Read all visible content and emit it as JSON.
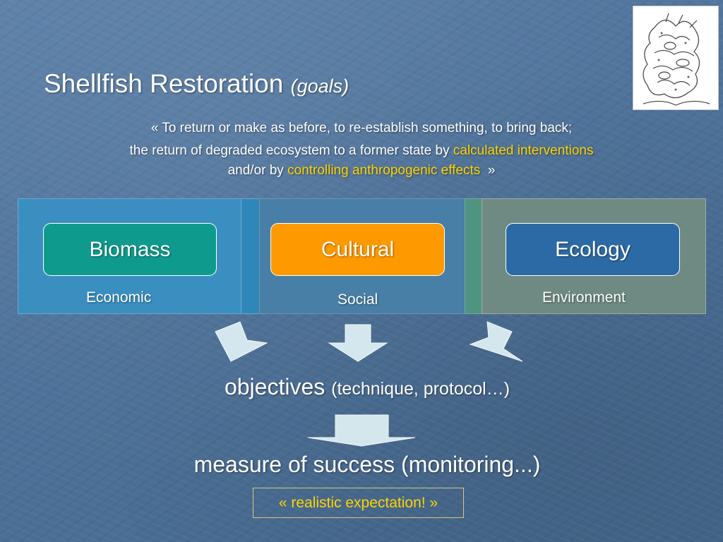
{
  "title": {
    "main": "Shellfish Restoration",
    "sub": "(goals)"
  },
  "quote": {
    "line1": "« To return or make as before, to re-establish something, to bring back;",
    "line2_pre": "the return of degraded ecosystem to a former state by ",
    "line2_hl": "calculated interventions",
    "line3_pre": "and/or by ",
    "line3_hl": "controlling anthropogenic effects",
    "line3_post": "  »"
  },
  "pillars": {
    "biomass": {
      "label": "Biomass",
      "category": "Economic"
    },
    "cultural": {
      "label": "Cultural",
      "category": "Social"
    },
    "ecology": {
      "label": "Ecology",
      "category": "Environment"
    }
  },
  "objectives": {
    "main": "objectives",
    "detail": "(technique, protocol…)"
  },
  "measure": "measure of success (monitoring...)",
  "realistic": "« realistic expectation! »",
  "illustration": {
    "icon": "shellfish-sketch-icon"
  },
  "colors": {
    "highlight": "#ffd400",
    "biomass": "#0e9b8d",
    "cultural": "#ff9900",
    "ecology": "#2c6aa5",
    "arrow": "#dceef3"
  }
}
